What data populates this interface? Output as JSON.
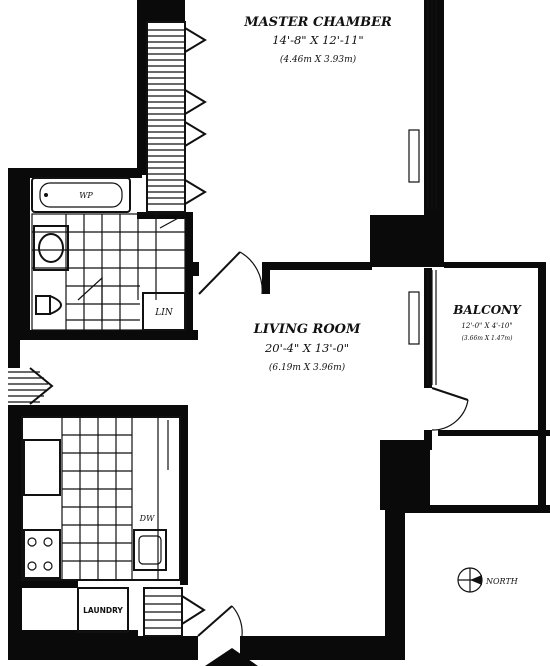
{
  "rooms": {
    "master": {
      "name": "MASTER CHAMBER",
      "dim_imperial": "14'-8\" X 12'-11\"",
      "dim_metric": "(4.46m X 3.93m)"
    },
    "living": {
      "name": "LIVING ROOM",
      "dim_imperial": "20'-4\" X 13'-0\"",
      "dim_metric": "(6.19m X 3.96m)"
    },
    "balcony": {
      "name": "BALCONY",
      "dim_imperial": "12'-0\" X 4'-10\"",
      "dim_metric": "(3.66m X 1.47m)"
    }
  },
  "fixtures": {
    "whirlpool": "WP",
    "linen": "LIN",
    "dishwasher": "DW",
    "laundry": "LAUNDRY"
  },
  "compass": {
    "label": "NORTH"
  },
  "colors": {
    "wall": "#0a0a0a",
    "paper": "#ffffff",
    "line": "#111111"
  }
}
